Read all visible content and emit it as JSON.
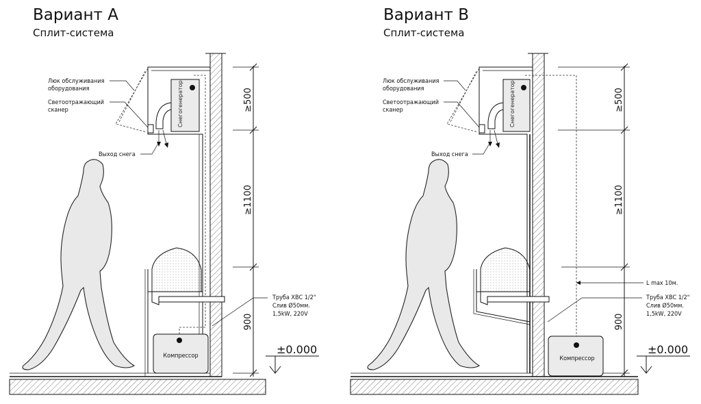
{
  "variant_a": {
    "title": "Вариант А",
    "subtitle": "Сплит-система",
    "label_hatch_1": "Люк обслуживания",
    "label_hatch_2": "оборудования",
    "label_scanner_1": "Светоотражающий",
    "label_scanner_2": "сканер",
    "label_snow_exit": "Выход снега",
    "label_snowgen": "Снегогенератор",
    "label_pipe_1": "Труба ХВС 1/2\"",
    "label_pipe_2": "Слив Ø50мм.",
    "label_pipe_3": "1,5kW, 220V",
    "label_compressor": "Компрессор",
    "dim_top": "≥500",
    "dim_mid": "≥1100",
    "dim_low": "900",
    "level": "±0.000"
  },
  "variant_b": {
    "title": "Вариант В",
    "subtitle": "Сплит-система",
    "label_hatch_1": "Люк обслуживания",
    "label_hatch_2": "оборудования",
    "label_scanner_1": "Светоотражающий",
    "label_scanner_2": "сканер",
    "label_snow_exit": "Выход снега",
    "label_snowgen": "Снегогенератор",
    "label_lmax": "L max 10м.",
    "label_pipe_1": "Труба ХВС 1/2\"",
    "label_pipe_2": "Слив Ø50мм.",
    "label_pipe_3": "1,5kW, 220V",
    "label_compressor": "Компрессор",
    "dim_top": "≥500",
    "dim_mid": "≥1100",
    "dim_low": "900",
    "level": "±0.000"
  }
}
